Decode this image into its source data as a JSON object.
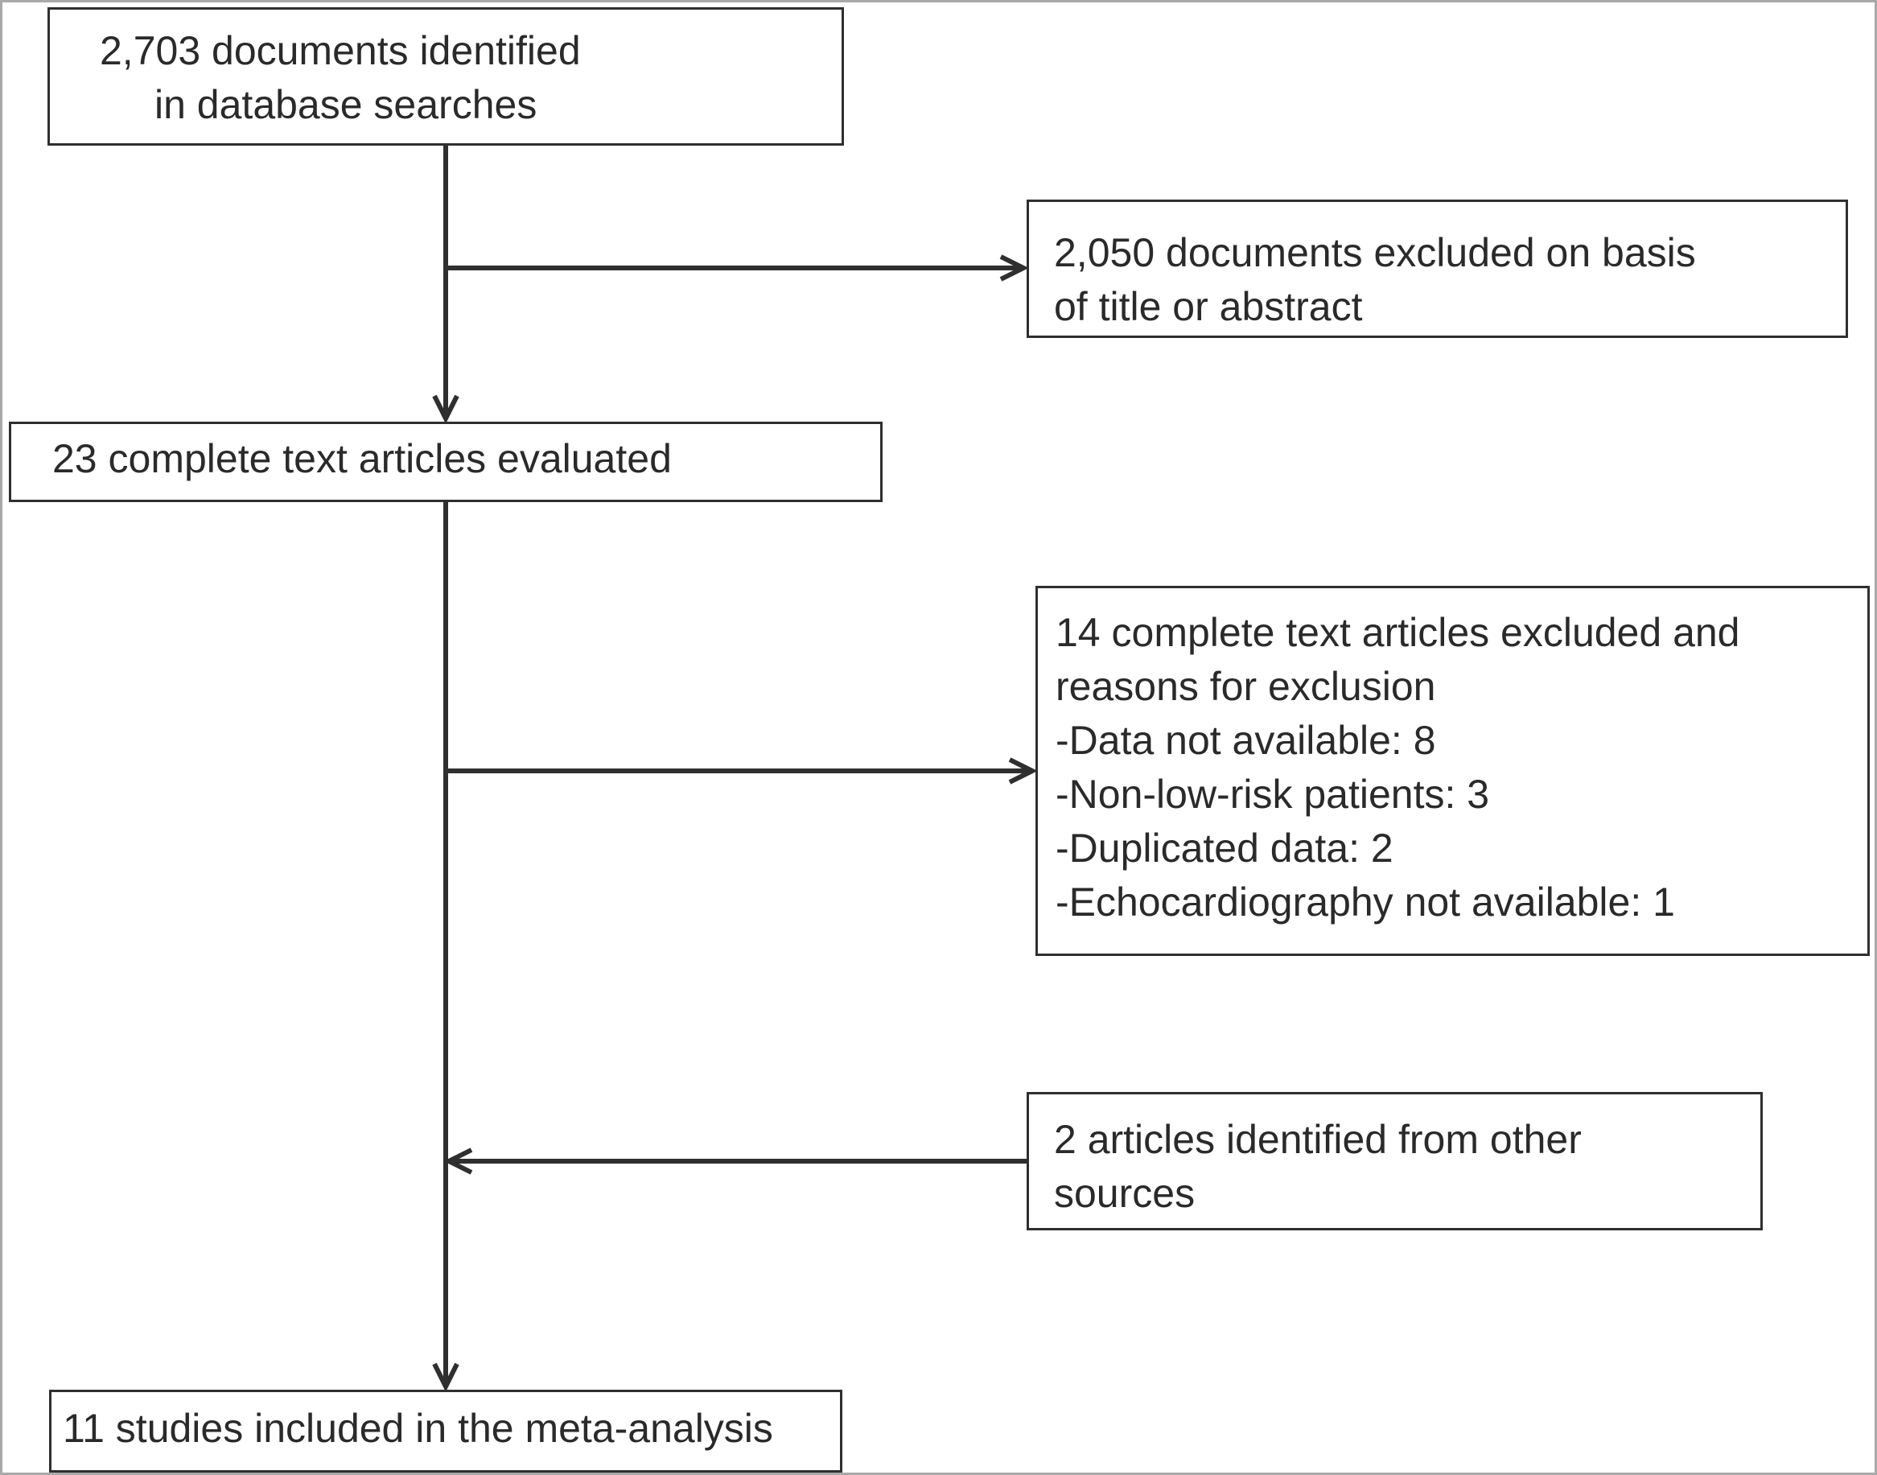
{
  "diagram": {
    "identified": {
      "lines": [
        "2,703 documents identified",
        "in database searches"
      ]
    },
    "excluded_title_abstract": {
      "lines": [
        "2,050 documents excluded on basis",
        "of title or abstract"
      ]
    },
    "evaluated": {
      "lines": [
        "23 complete text articles evaluated"
      ]
    },
    "excluded_fulltext": {
      "lines": [
        "14 complete text articles excluded and",
        "reasons for exclusion",
        "-Data not available: 8",
        "-Non-low-risk patients: 3",
        "-Duplicated data: 2",
        "-Echocardiography not available: 1"
      ]
    },
    "other_sources": {
      "lines": [
        "2 articles identified from other",
        "sources"
      ]
    },
    "included": {
      "lines": [
        "11 studies included in the meta-analysis"
      ]
    }
  },
  "colors": {
    "stroke": "#2f2f2f",
    "frame": "#a9a9a9",
    "text": "#2a2a2a",
    "background": "#ffffff"
  }
}
